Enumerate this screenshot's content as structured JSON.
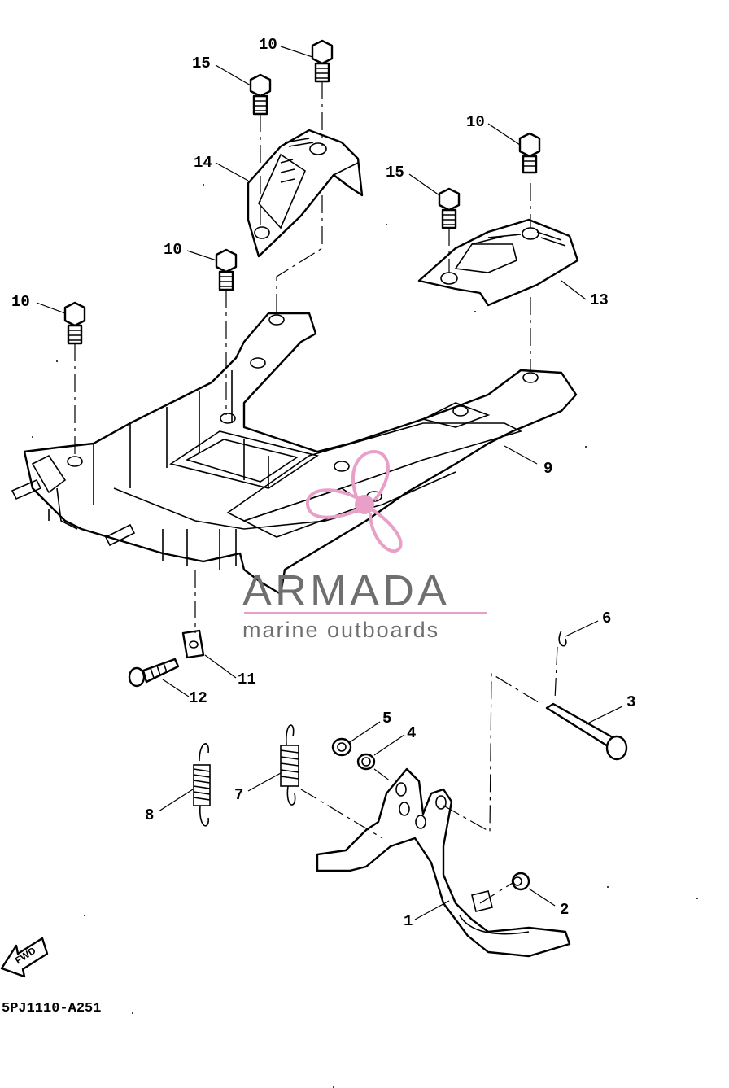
{
  "diagram": {
    "drawing_code": "5PJ1110-A251",
    "direction_label": "FWD",
    "watermark": {
      "brand": "ARMADA",
      "tagline": "marine outboards",
      "logo_color": "#e8a0c8",
      "text_color": "#6f6f6f"
    },
    "callouts": [
      {
        "id": "c1",
        "text": "1"
      },
      {
        "id": "c2",
        "text": "2"
      },
      {
        "id": "c3",
        "text": "3"
      },
      {
        "id": "c4",
        "text": "4"
      },
      {
        "id": "c5",
        "text": "5"
      },
      {
        "id": "c6",
        "text": "6"
      },
      {
        "id": "c7",
        "text": "7"
      },
      {
        "id": "c8",
        "text": "8"
      },
      {
        "id": "c9",
        "text": "9"
      },
      {
        "id": "c10a",
        "text": "10"
      },
      {
        "id": "c10b",
        "text": "10"
      },
      {
        "id": "c10c",
        "text": "10"
      },
      {
        "id": "c10d",
        "text": "10"
      },
      {
        "id": "c11",
        "text": "11"
      },
      {
        "id": "c12",
        "text": "12"
      },
      {
        "id": "c13",
        "text": "13"
      },
      {
        "id": "c14",
        "text": "14"
      },
      {
        "id": "c15a",
        "text": "15"
      },
      {
        "id": "c15b",
        "text": "15"
      }
    ]
  }
}
